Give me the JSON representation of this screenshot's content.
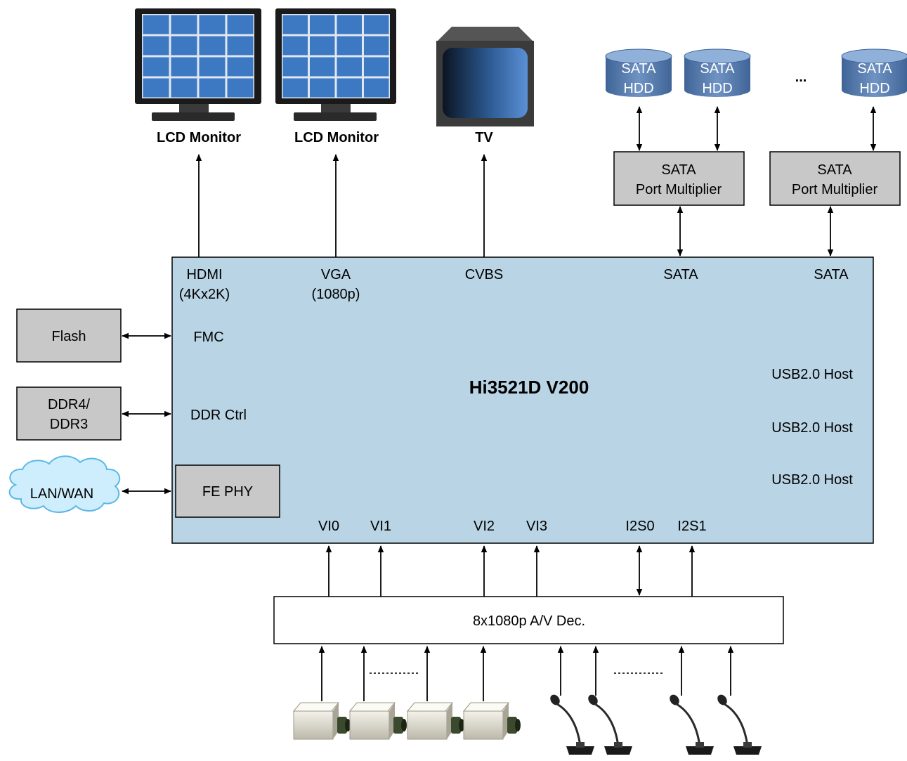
{
  "devices": {
    "lcd_monitor_1": "LCD Monitor",
    "lcd_monitor_2": "LCD Monitor",
    "tv": "TV",
    "sata_hdd_line1": "SATA",
    "sata_hdd_line2": "HDD",
    "hdd_ellipsis": "...",
    "port_multiplier_line1": "SATA",
    "port_multiplier_line2": "Port Multiplier"
  },
  "soc": {
    "title": "Hi3521D V200",
    "hdmi_line1": "HDMI",
    "hdmi_line2": "(4Kx2K)",
    "vga_line1": "VGA",
    "vga_line2": "(1080p)",
    "cvbs": "CVBS",
    "sata_1": "SATA",
    "sata_2": "SATA",
    "fmc": "FMC",
    "ddr_ctrl": "DDR Ctrl",
    "fe_phy": "FE PHY",
    "usb_1": "USB2.0 Host",
    "usb_2": "USB2.0 Host",
    "usb_3": "USB2.0 Host",
    "vi0": "VI0",
    "vi1": "VI1",
    "vi2": "VI2",
    "vi3": "VI3",
    "i2s0": "I2S0",
    "i2s1": "I2S1"
  },
  "peripherals": {
    "flash": "Flash",
    "ddr_line1": "DDR4/",
    "ddr_line2": "DDR3",
    "lan_wan": "LAN/WAN"
  },
  "decoder": {
    "label": "8x1080p A/V Dec."
  },
  "colors": {
    "soc_fill": "#b9d4e4",
    "peripheral_fill": "#c8c8c8",
    "hdd_fill": "#4a6fa0",
    "cloud_fill": "#cfeefd",
    "cloud_stroke": "#59b8e6",
    "monitor_frame": "#1a1a1a",
    "screen_cell": "#3d78c2"
  }
}
